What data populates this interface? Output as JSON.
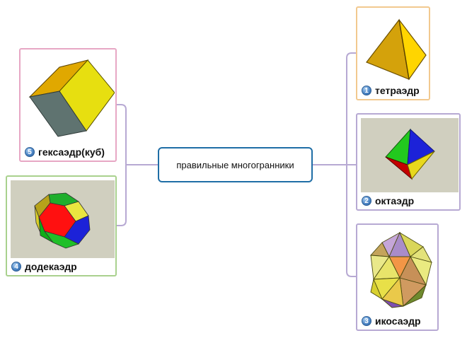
{
  "center": {
    "label": "правильные многогранники"
  },
  "colors": {
    "connector": "#b7a9d3",
    "center_border": "#1f6ea6",
    "badge": "#4d86c6"
  },
  "nodes": [
    {
      "number": "1",
      "label": "тетраэдр",
      "border": "#f2c98f"
    },
    {
      "number": "2",
      "label": "октаэдр",
      "border": "#b7a9d3"
    },
    {
      "number": "3",
      "label": "икосаэдр",
      "border": "#b7a9d3"
    },
    {
      "number": "4",
      "label": "додекаэдр",
      "border": "#a9d18e"
    },
    {
      "number": "5",
      "label": "гексаэдр(куб)",
      "border": "#e7a7c4"
    }
  ]
}
